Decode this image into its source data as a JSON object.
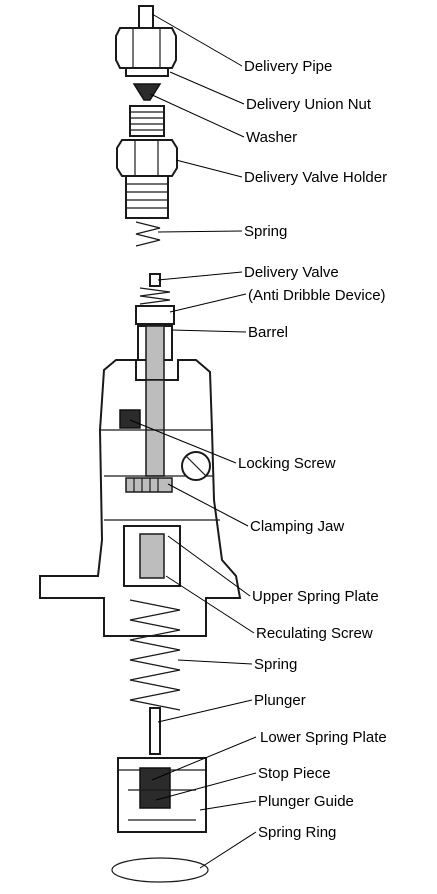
{
  "labels": {
    "delivery_pipe": "Delivery Pipe",
    "delivery_union_nut": "Delivery Union Nut",
    "washer": "Washer",
    "delivery_valve_holder": "Delivery Valve Holder",
    "spring_top": "Spring",
    "delivery_valve": "Delivery Valve",
    "anti_dribble": "(Anti Dribble Device)",
    "barrel": "Barrel",
    "locking_screw": "Locking Screw",
    "clamping_jaw": "Clamping Jaw",
    "upper_spring_plate": "Upper Spring Plate",
    "regulating_screw": "Reculating Screw",
    "spring_mid": "Spring",
    "plunger": "Plunger",
    "lower_spring_plate": "Lower Spring Plate",
    "stop_piece": "Stop Piece",
    "plunger_guide": "Plunger Guide",
    "spring_ring": "Spring Ring"
  }
}
